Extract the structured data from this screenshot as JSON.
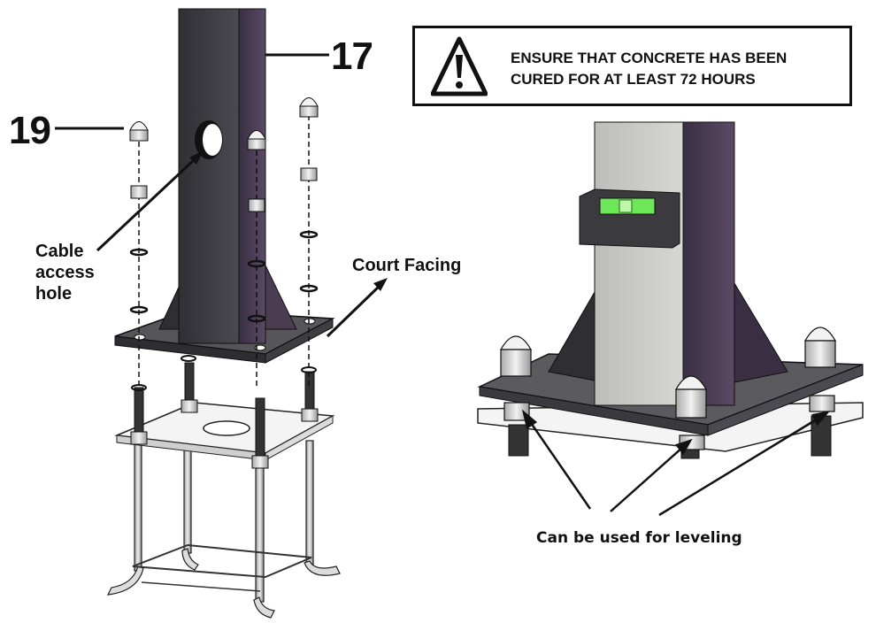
{
  "labels": {
    "part_17": "17",
    "part_19": "19",
    "cable_access_hole": [
      "Cable",
      "access",
      "hole"
    ],
    "court_facing": "Court Facing",
    "leveling_note": "Can be used for leveling"
  },
  "warning": {
    "icon": "warning-triangle-icon",
    "line1": "ENSURE THAT CONCRETE HAS BEEN",
    "line2": "CURED FOR AT LEAST 72 HOURS"
  },
  "colors": {
    "post_dark": "#3a3a3f",
    "post_purple": "#4b3a55",
    "post_light": "#c8c8c4",
    "plate": "#4a4a4f",
    "level_green": "#6ee65a",
    "line": "#111111"
  }
}
